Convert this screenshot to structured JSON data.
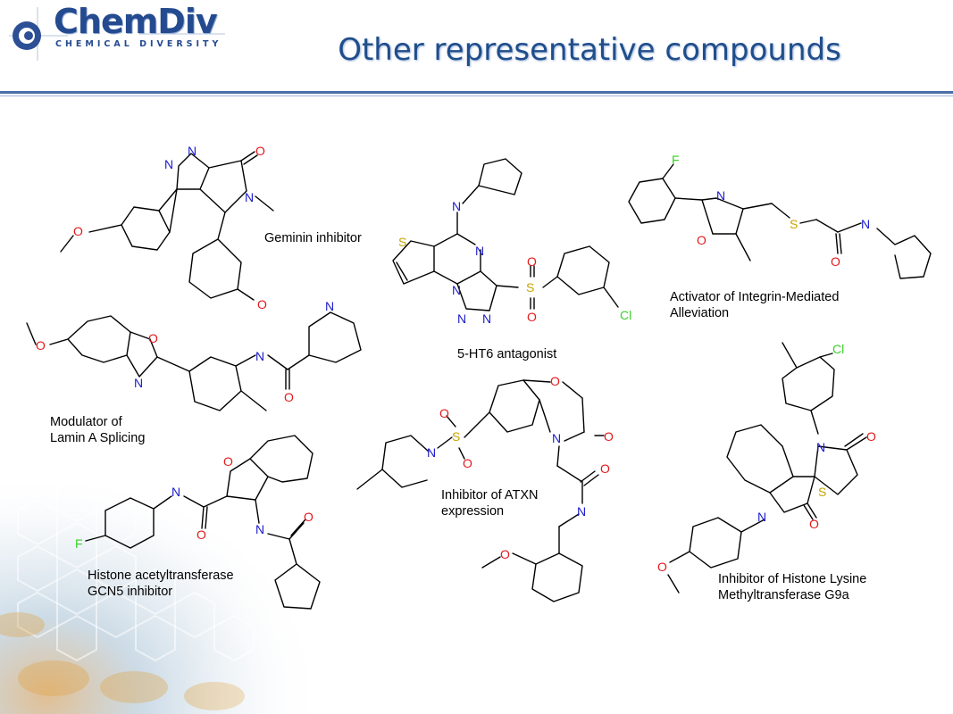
{
  "header": {
    "logo_text": "ChemDiv",
    "logo_subtext": "CHEMICAL DIVERSITY",
    "title": "Other representative compounds"
  },
  "compounds": [
    {
      "id": "geminin",
      "caption_lines": [
        "Geminin inhibitor"
      ]
    },
    {
      "id": "5ht6",
      "caption_lines": [
        "5-HT6 antagonist"
      ]
    },
    {
      "id": "integrin",
      "caption_lines": [
        "Activator of Integrin-Mediated",
        "Alleviation"
      ]
    },
    {
      "id": "lamin",
      "caption_lines": [
        "Modulator of",
        "Lamin A Splicing"
      ]
    },
    {
      "id": "atxn",
      "caption_lines": [
        "Inhibitor of ATXN",
        "expression"
      ]
    },
    {
      "id": "gcn5",
      "caption_lines": [
        "Histone acetyltransferase",
        "GCN5 inhibitor"
      ]
    },
    {
      "id": "g9a",
      "caption_lines": [
        "Inhibitor of Histone Lysine",
        "Methyltransferase G9a"
      ]
    }
  ],
  "colors": {
    "nitrogen": "#1a1acc",
    "oxygen": "#e3191c",
    "sulfur": "#c9a400",
    "fluorine": "#3ccf2a",
    "chlorine": "#3ccf2a",
    "title": "#1f4e8c",
    "rule": "#4a6fa8"
  }
}
